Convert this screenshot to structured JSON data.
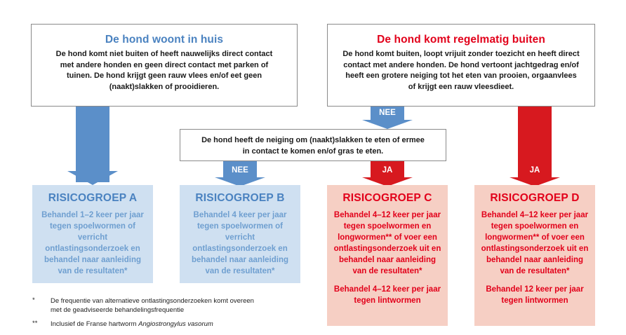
{
  "colors": {
    "blue": "#5b8fc9",
    "blue_light": "#cfe0f1",
    "red": "#d7191f",
    "red_light": "#f6cfc4",
    "red_title": "#e2001a"
  },
  "left_box": {
    "title": "De hond woont in huis",
    "text": "De hond komt niet buiten of heeft nauwelijks direct contact met andere honden en geen direct contact met parken of tuinen. De hond krijgt geen rauw vlees en/of eet geen (naakt)slakken of prooidieren."
  },
  "right_box": {
    "title": "De hond komt regelmatig buiten",
    "text": "De hond komt buiten, loopt vrijuit zonder toezicht en heeft direct contact met andere honden. De hond vertoont jachtgedrag en/of heeft een grotere neiging tot het eten van prooien, orgaanvlees of krijgt een rauw vleesdieet."
  },
  "middle_box": {
    "text": "De hond heeft de neiging om (naakt)slakken te eten of ermee in contact te komen en/of gras te eten."
  },
  "arrows": {
    "right_no": "NEE",
    "middle_no": "NEE",
    "middle_yes": "JA",
    "right_yes": "JA"
  },
  "groups": [
    {
      "title": "RISICOGROEP A",
      "text": "Behandel 1–2 keer per jaar tegen spoelwormen of verricht ontlastingsonderzoek en behandel naar aanleiding van de resultaten*",
      "text2": ""
    },
    {
      "title": "RISICOGROEP B",
      "text": "Behandel 4 keer per jaar tegen spoelwormen of verricht ontlastingsonderzoek en behandel naar aanleiding van de resultaten*",
      "text2": ""
    },
    {
      "title": "RISICOGROEP C",
      "text": "Behandel 4–12 keer per jaar tegen spoelwormen en longwormen** of voer een ontlastingsonderzoek uit en behandel naar aanleiding van de resultaten*",
      "text2": "Behandel 4–12 keer per jaar tegen lintwormen"
    },
    {
      "title": "RISICOGROEP D",
      "text": "Behandel 4–12 keer per jaar tegen spoelwormen en longwormen** of voer een ontlastingsonderzoek uit en behandel naar aanleiding van de resultaten*",
      "text2": "Behandel 12 keer per jaar tegen lintwormen"
    }
  ],
  "footnotes": [
    {
      "mark": "*",
      "text": "De frequentie van alternatieve ontlastingsonderzoeken komt overeen met de geadviseerde behandelingsfrequentie"
    },
    {
      "mark": "**",
      "text_before": "Inclusief de Franse hartworm ",
      "text_italic": "Angiostrongylus vasorum"
    }
  ]
}
